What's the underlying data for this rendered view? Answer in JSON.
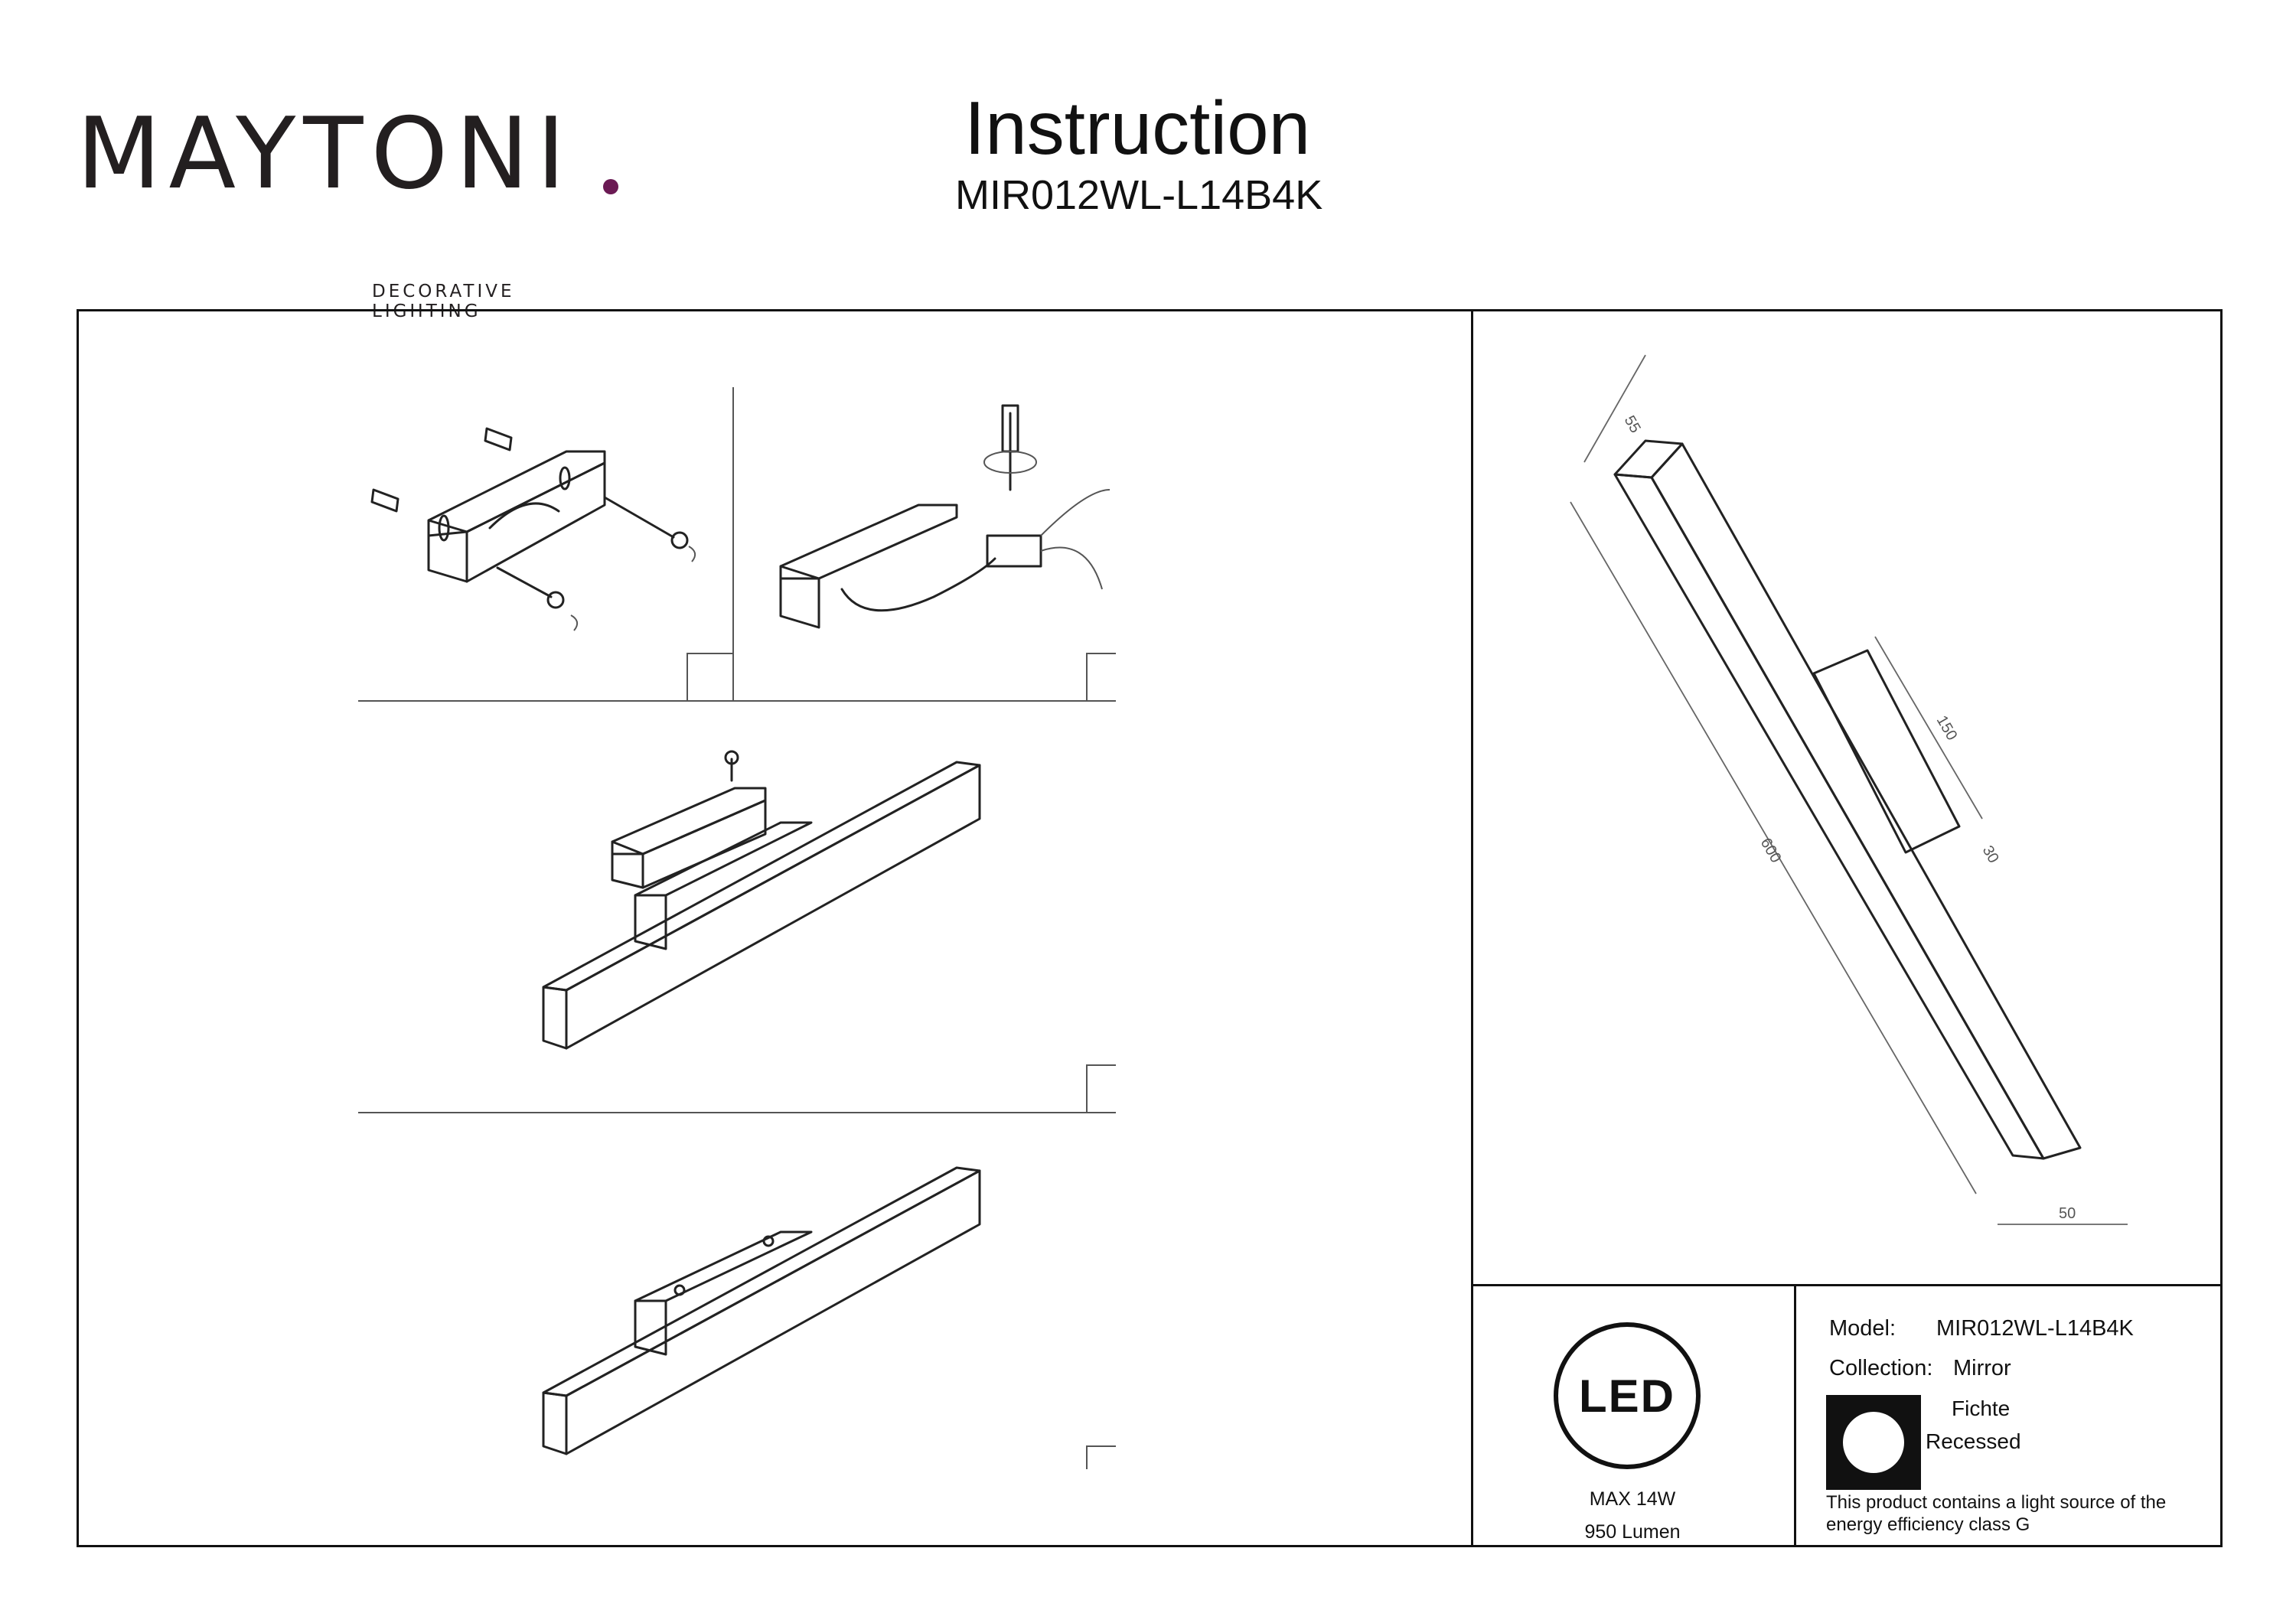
{
  "brand": {
    "name": "MAYTONI",
    "tagline": "DECORATIVE LIGHTING",
    "accent_color": "#6b1a54"
  },
  "header": {
    "title": "Instruction",
    "model": "MIR012WL-L14B4K"
  },
  "dimensions": {
    "length": "600",
    "depth": "55",
    "bracket_length": "150",
    "bracket_offset": "30",
    "width": "50"
  },
  "led_badge": {
    "label": "LED",
    "power": "MAX 14W",
    "lumens": "950 Lumen"
  },
  "specs": {
    "model_label": "Model:",
    "model_value": "MIR012WL-L14B4K",
    "collection_label": "Collection:",
    "collection_value": "Mirror",
    "mount_note_1": "Fichte",
    "mount_note_2": "Recessed",
    "energy_text": "This product contains a light source of the energy efficiency class G"
  }
}
